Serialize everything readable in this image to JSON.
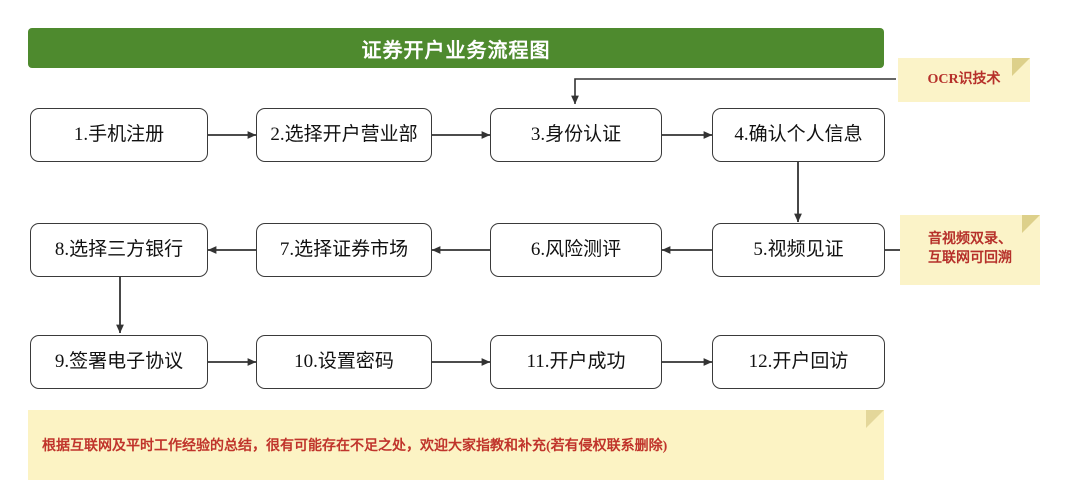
{
  "diagram": {
    "title": "证券开户业务流程图",
    "title_bg_color": "#4e8a2e",
    "title_text_color": "#ffffff",
    "background_color": "#ffffff",
    "node_border_color": "#3a3a3a",
    "note_bg_color": "#fbf3c8",
    "note_text_color": "#b6302a",
    "connector_color": "#333333"
  },
  "nodes": [
    {
      "id": "n1",
      "label": "1.手机注册",
      "row": 1,
      "col": 1
    },
    {
      "id": "n2",
      "label": "2.选择开户营业部",
      "row": 1,
      "col": 2
    },
    {
      "id": "n3",
      "label": "3.身份认证",
      "row": 1,
      "col": 3
    },
    {
      "id": "n4",
      "label": "4.确认个人信息",
      "row": 1,
      "col": 4
    },
    {
      "id": "n8",
      "label": "8.选择三方银行",
      "row": 2,
      "col": 1
    },
    {
      "id": "n7",
      "label": "7.选择证券市场",
      "row": 2,
      "col": 2
    },
    {
      "id": "n6",
      "label": "6.风险测评",
      "row": 2,
      "col": 3
    },
    {
      "id": "n5",
      "label": "5.视频见证",
      "row": 2,
      "col": 4
    },
    {
      "id": "n9",
      "label": "9.签署电子协议",
      "row": 3,
      "col": 1
    },
    {
      "id": "n10",
      "label": "10.设置密码",
      "row": 3,
      "col": 2
    },
    {
      "id": "n11",
      "label": "11.开户成功",
      "row": 3,
      "col": 3
    },
    {
      "id": "n12",
      "label": "12.开户回访",
      "row": 3,
      "col": 4
    }
  ],
  "notes": {
    "ocr": "OCR识技术",
    "video": "音视频双录、\n互联网可回溯",
    "footer": "根据互联网及平时工作经验的总结，很有可能存在不足之处，欢迎大家指教和补充(若有侵权联系删除)"
  }
}
